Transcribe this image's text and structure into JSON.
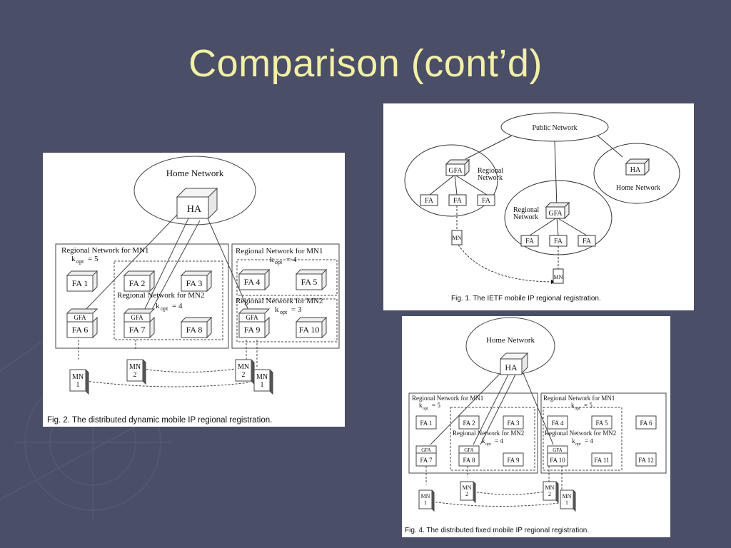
{
  "slide": {
    "title": "Comparison (cont’d)",
    "colors": {
      "background": "#4a4e66",
      "title": "#f2f0a8"
    }
  },
  "fig1": {
    "public_network": "Public Network",
    "gfa_left": "GFA",
    "regional_network_left": [
      "Regional",
      "Network"
    ],
    "fa_left": [
      "FA",
      "FA",
      "FA"
    ],
    "mn": "MN",
    "ha": "HA",
    "home_network": "Home Network",
    "regional_network_mid": [
      "Regional",
      "Network"
    ],
    "gfa_mid": "GFA",
    "fa_mid": [
      "FA",
      "FA",
      "FA"
    ],
    "mn2": "MN",
    "caption": "Fig. 1.  The IETF mobile IP regional registration."
  },
  "fig2": {
    "home_network": "Home Network",
    "ha": "HA",
    "rn_mn1_left": "Regional Network for MN1",
    "kopt_left": "= 5",
    "rn_mn1_right": "Regional Network for MN1",
    "kopt_right": "= 4",
    "rn_mn2_mid": "Regional Network for MN2",
    "kopt_mid": "= 4",
    "rn_mn2_right": "Regional Network for MN2",
    "kopt_right2": "= 3",
    "k": "k",
    "opt": "opt",
    "fa": [
      "FA 1",
      "FA 2",
      "FA 3",
      "FA 4",
      "FA 5",
      "FA 6",
      "FA 7",
      "FA 8",
      "FA 9",
      "FA 10"
    ],
    "gfa": "GFA",
    "mn": [
      "MN",
      "MN",
      "MN",
      "MN"
    ],
    "mn_num": [
      "1",
      "2",
      "2",
      "1"
    ],
    "caption": "Fig. 2.  The distributed dynamic mobile IP regional registration."
  },
  "fig4": {
    "home_network": "Home Network",
    "ha": "HA",
    "rn_mn1_left": "Regional Network for MN1",
    "kopt_left": "= 5",
    "rn_mn1_right": "Regional Network for MN1",
    "kopt_right": "= 5",
    "rn_mn2_mid": "Regional Network for MN2",
    "kopt_mid": "= 4",
    "rn_mn2_right": "Regional Network for MN2",
    "kopt_right2": "= 4",
    "k": "k",
    "opt": "opt",
    "fa": [
      "FA 1",
      "FA 2",
      "FA 3",
      "FA 4",
      "FA 5",
      "FA 6",
      "FA 7",
      "FA 8",
      "FA 9",
      "FA 10",
      "FA 11",
      "FA 12"
    ],
    "gfa": "GFA",
    "mn": [
      "MN",
      "MN",
      "MN",
      "MN"
    ],
    "mn_num": [
      "1",
      "2",
      "2",
      "1"
    ],
    "caption": "Fig. 4.  The distributed fixed mobile IP regional registration."
  }
}
